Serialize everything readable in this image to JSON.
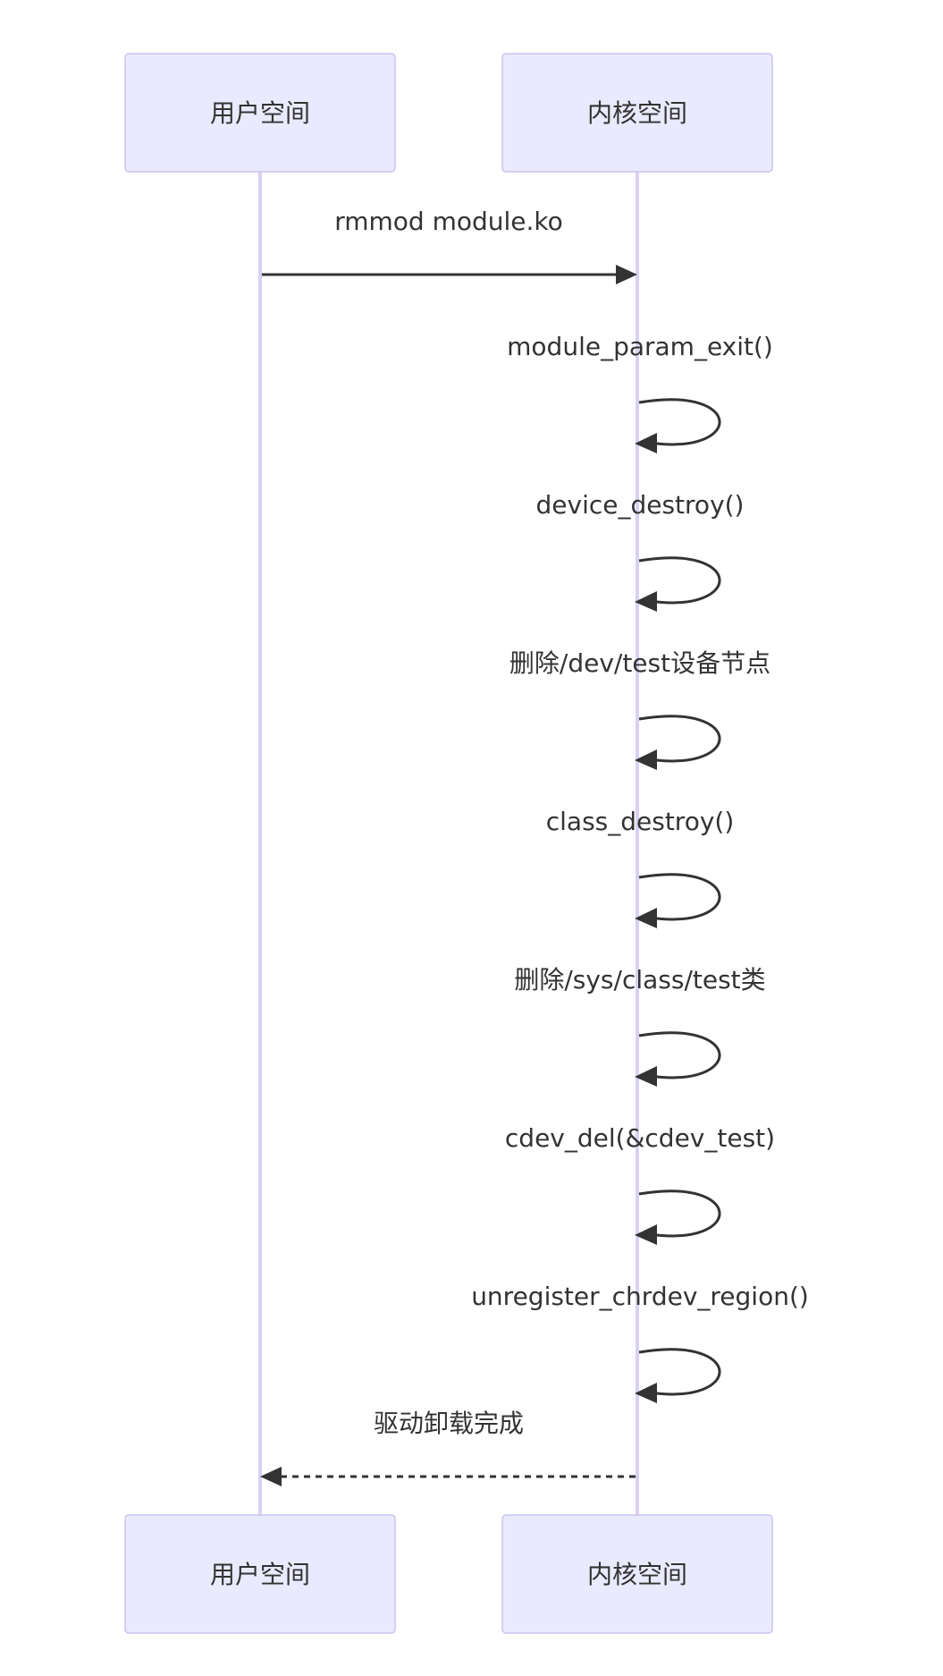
{
  "participants": [
    {
      "id": "user",
      "label": "用户空间"
    },
    {
      "id": "kernel",
      "label": "内核空间"
    }
  ],
  "messages": [
    {
      "from": "user",
      "to": "kernel",
      "label": "rmmod module.ko",
      "style": "solid"
    },
    {
      "from": "kernel",
      "to": "kernel",
      "label": "module_param_exit()",
      "style": "solid"
    },
    {
      "from": "kernel",
      "to": "kernel",
      "label": "device_destroy()",
      "style": "solid"
    },
    {
      "from": "kernel",
      "to": "kernel",
      "label": "删除/dev/test设备节点",
      "style": "solid"
    },
    {
      "from": "kernel",
      "to": "kernel",
      "label": "class_destroy()",
      "style": "solid"
    },
    {
      "from": "kernel",
      "to": "kernel",
      "label": "删除/sys/class/test类",
      "style": "solid"
    },
    {
      "from": "kernel",
      "to": "kernel",
      "label": "cdev_del(&cdev_test)",
      "style": "solid"
    },
    {
      "from": "kernel",
      "to": "kernel",
      "label": "unregister_chrdev_region()",
      "style": "solid"
    },
    {
      "from": "kernel",
      "to": "user",
      "label": "驱动卸载完成",
      "style": "dashed"
    }
  ],
  "colors": {
    "actor_fill": "#eaeaff",
    "actor_border": "#ccc4f0",
    "lifeline": "#d9d0f3",
    "line": "#333333",
    "text": "#333333"
  }
}
